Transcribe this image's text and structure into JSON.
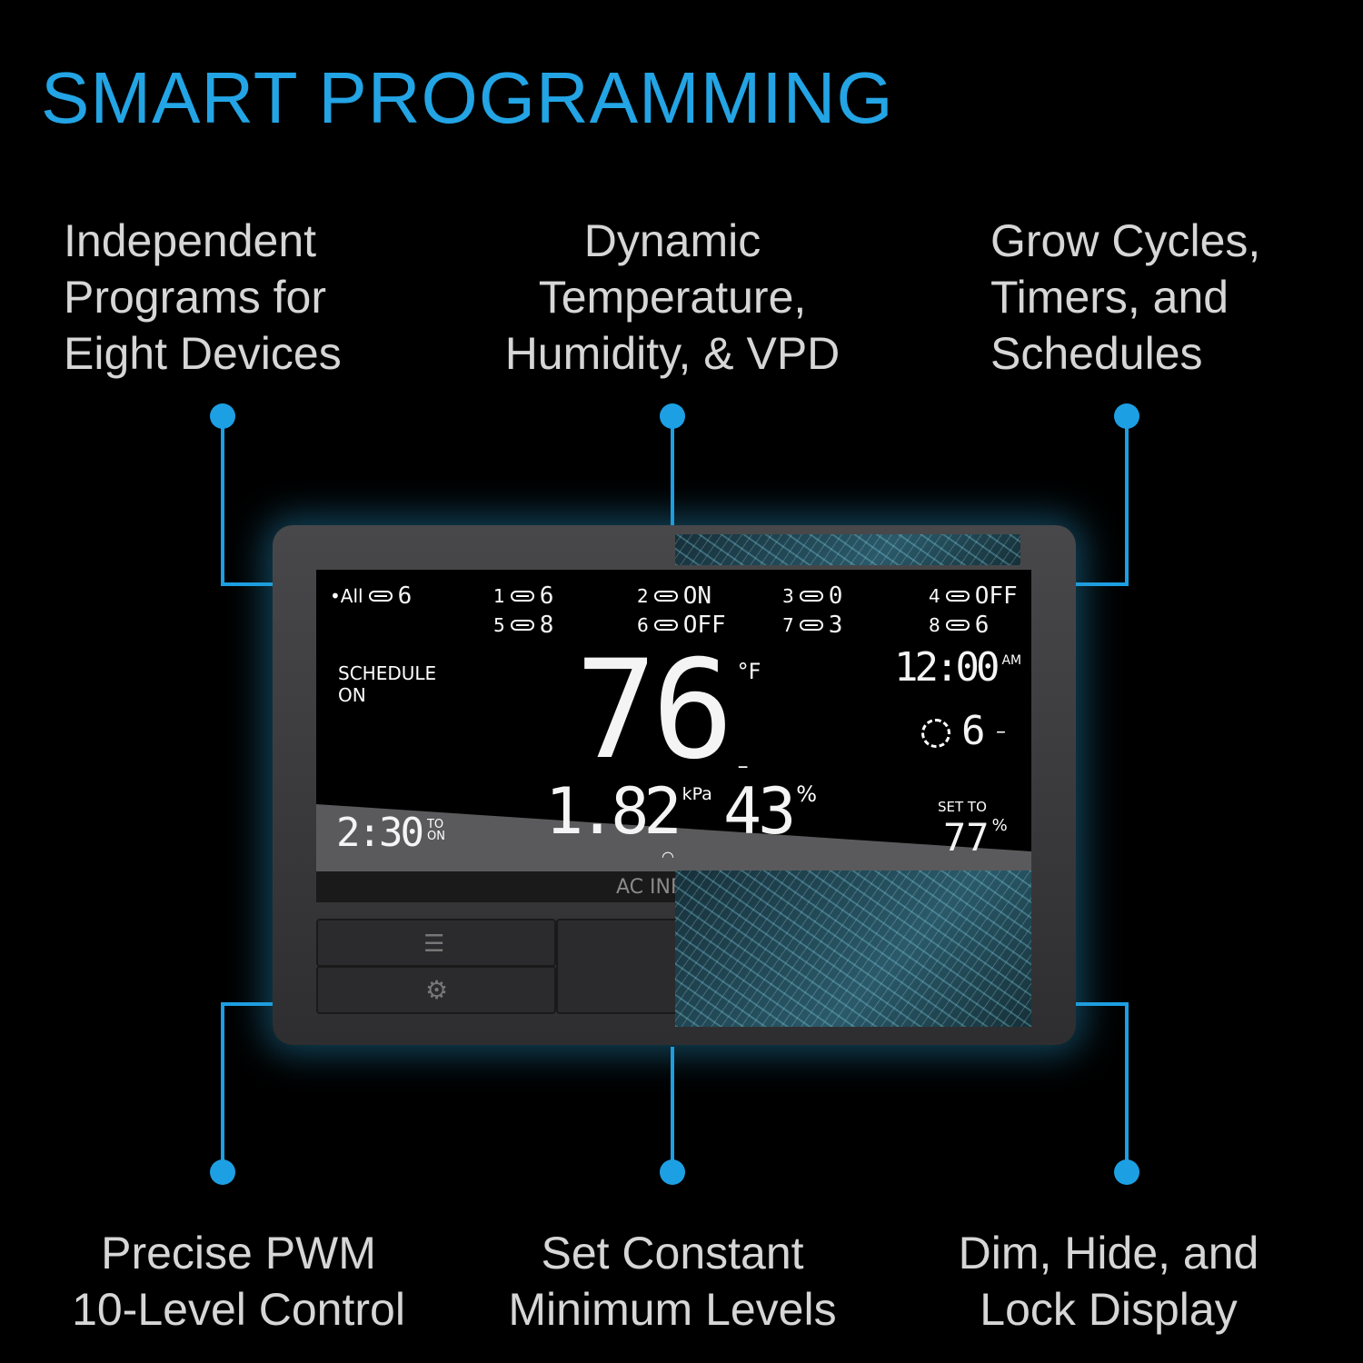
{
  "title": "SMART PROGRAMMING",
  "features": {
    "top_left": "Independent\nPrograms for\nEight Devices",
    "top_center": "Dynamic\nTemperature,\nHumidity, & VPD",
    "top_right": "Grow Cycles,\nTimers, and\nSchedules",
    "bottom_left": "Precise PWM\n10-Level Control",
    "bottom_center": "Set Constant\nMinimum Levels",
    "bottom_right": "Dim, Hide, and\nLock Display"
  },
  "accent_color": "#1d9fe3",
  "display": {
    "all": {
      "label": "All",
      "value": "6"
    },
    "ports": [
      {
        "num": "1",
        "value": "6"
      },
      {
        "num": "2",
        "value": "ON"
      },
      {
        "num": "3",
        "value": "0"
      },
      {
        "num": "4",
        "value": "OFF"
      },
      {
        "num": "5",
        "value": "8"
      },
      {
        "num": "6",
        "value": "OFF"
      },
      {
        "num": "7",
        "value": "3"
      },
      {
        "num": "8",
        "value": "6"
      }
    ],
    "schedule": "SCHEDULE\nON",
    "temperature": "76",
    "temp_unit": "°F",
    "clock": "12:00",
    "clock_suffix": "AM",
    "level": "6",
    "vpd": "1.82",
    "vpd_unit": "kPa",
    "humidity": "43",
    "humidity_unit": "%",
    "timer": "2:30",
    "timer_label": "TO\nON",
    "set_to_label": "SET TO",
    "set_to_value": "77",
    "set_to_unit": "%",
    "brand": "AC INF"
  }
}
